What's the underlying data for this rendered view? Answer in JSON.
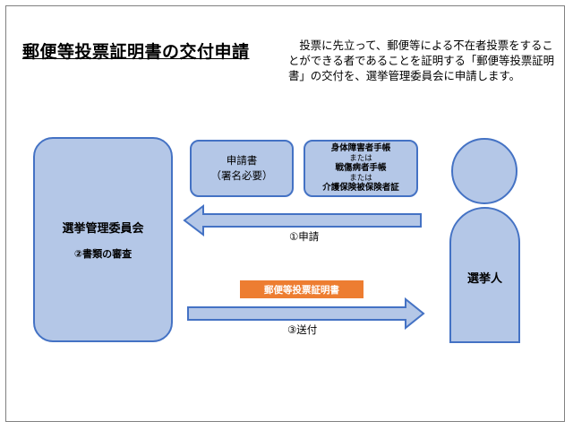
{
  "title": "郵便等投票証明書の交付申請",
  "intro": "投票に先立って、郵便等による不在者投票をすることができる者であることを証明する「郵便等投票証明書」の交付を、選挙管理委員会に申請します。",
  "committee": {
    "name": "選挙管理委員会",
    "review": "②書類の審査"
  },
  "application_form": {
    "line1": "申請書",
    "line2": "（署名必要）"
  },
  "documents": {
    "doc1": "身体障害者手帳",
    "or1": "または",
    "doc2": "戦傷病者手帳",
    "or2": "または",
    "doc3": "介護保険被保険者証"
  },
  "voter": {
    "label": "選挙人"
  },
  "step1": "①申請",
  "step3": "③送付",
  "certificate_tag": "郵便等投票証明書",
  "colors": {
    "box_fill": "#b4c7e7",
    "box_border": "#4472c4",
    "tag_fill": "#ed7d31"
  }
}
